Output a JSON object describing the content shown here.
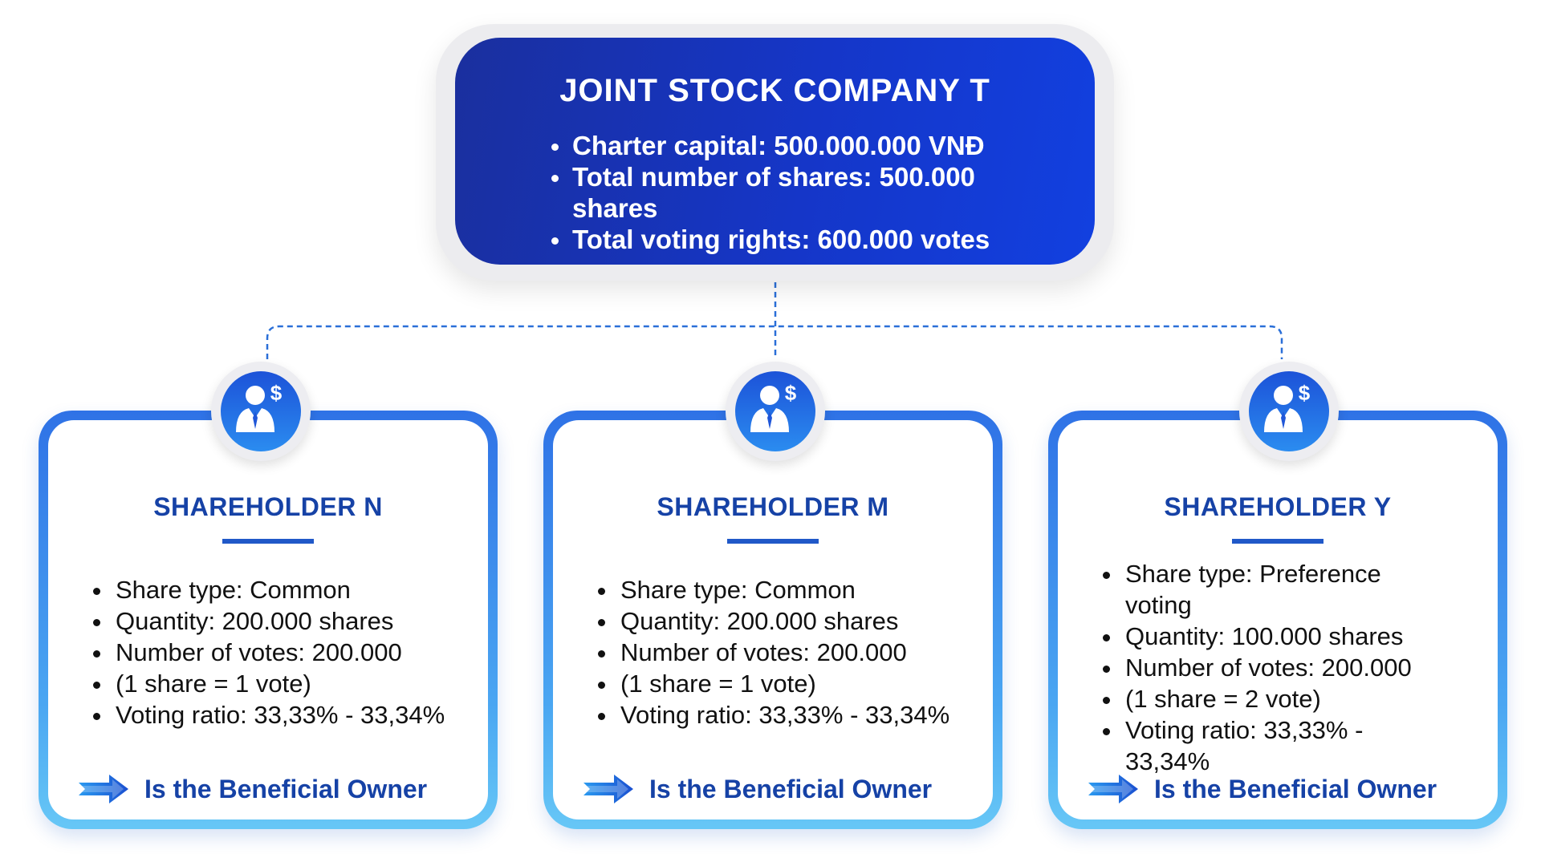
{
  "company": {
    "title": "JOINT STOCK COMPANY T",
    "details": [
      "Charter capital: 500.000.000 VNĐ",
      "Total number of shares: 500.000 shares",
      "Total voting rights: 600.000 votes"
    ]
  },
  "shareholders": [
    {
      "name": "SHAREHOLDER N",
      "icon": "shareholder-dollar-icon",
      "details": [
        "Share type: Common",
        "Quantity: 200.000 shares",
        "Number of votes: 200.000",
        "(1 share = 1 vote)",
        "Voting ratio: 33,33% - 33,34%"
      ],
      "conclusion": "Is the Beneficial Owner"
    },
    {
      "name": "SHAREHOLDER M",
      "icon": "shareholder-dollar-icon",
      "details": [
        "Share type: Common",
        "Quantity: 200.000 shares",
        "Number of votes: 200.000",
        "(1 share = 1 vote)",
        "Voting ratio: 33,33% - 33,34%"
      ],
      "conclusion": "Is the Beneficial Owner"
    },
    {
      "name": "SHAREHOLDER Y",
      "icon": "shareholder-dollar-icon",
      "details": [
        "Share type: Preference voting",
        "Quantity: 100.000 shares",
        "Number of votes: 200.000",
        "(1 share = 2 vote)",
        "Voting ratio: 33,33% - 33,34%"
      ],
      "conclusion": "Is the Beneficial Owner"
    }
  ],
  "colors": {
    "company_fill": "#1536c8",
    "card_border": "#2f72e6",
    "heading_text": "#1642a6",
    "connector": "#2a6fd8"
  }
}
